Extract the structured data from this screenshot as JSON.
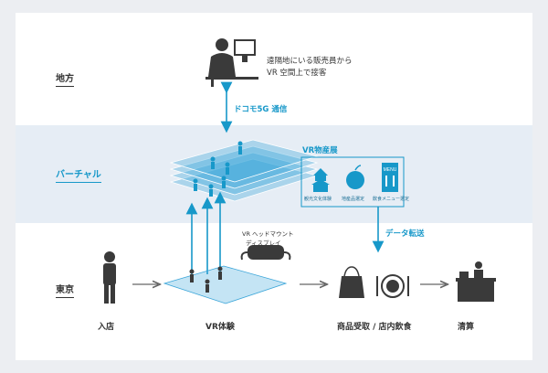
{
  "rows": {
    "region": "地方",
    "virtual": "バーチャル",
    "tokyo": "東京"
  },
  "staff": {
    "line1": "遠隔地にいる販売員から",
    "line2": "VR 空間上で接客"
  },
  "link_label": "ドコモ5G 通信",
  "expo": {
    "title": "VR物産展",
    "cards": [
      {
        "label": "観光文化体験",
        "icon": "castle-icon"
      },
      {
        "label": "地産品選定",
        "icon": "apple-icon"
      },
      {
        "label": "飲食メニュー選定",
        "icon": "menu-icon",
        "badge": "MENU"
      }
    ]
  },
  "data_transfer": "データ転送",
  "hmd": {
    "line1": "VR ヘッドマウント",
    "line2": "ディスプレイ"
  },
  "steps": [
    {
      "label": "入店",
      "icon": "person-icon"
    },
    {
      "label": "VR体験",
      "icon": "vr-floor-icon"
    },
    {
      "label": "商品受取 / 店内飲食",
      "icon": "bag-and-dish-icon"
    },
    {
      "label": "清算",
      "icon": "checkout-counter-icon"
    }
  ],
  "colors": {
    "accent": "#1798c9",
    "band": "#e6edf5",
    "dark": "#3a3a3a"
  }
}
